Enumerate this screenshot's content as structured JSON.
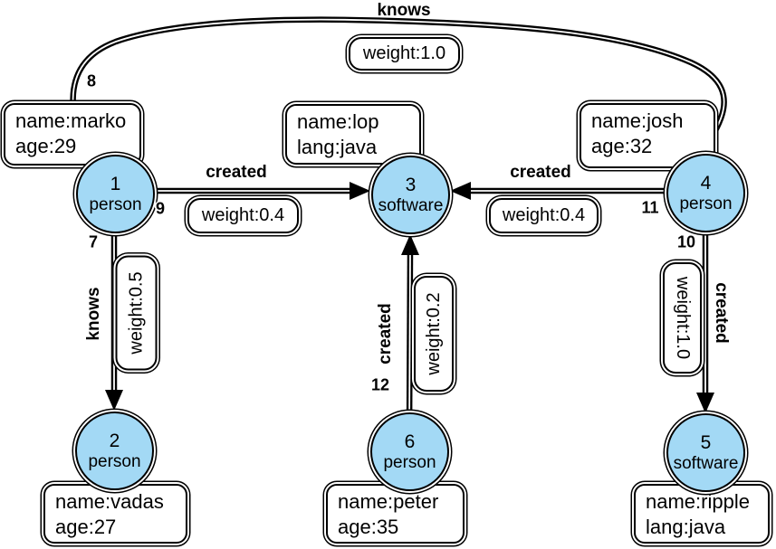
{
  "colors": {
    "vertex_fill": "#A3D9F5",
    "stroke": "#000000",
    "background": "#FFFFFF"
  },
  "vertices": [
    {
      "id": "1",
      "label": "person",
      "prop1": "name:marko",
      "prop2": "age:29"
    },
    {
      "id": "2",
      "label": "person",
      "prop1": "name:vadas",
      "prop2": "age:27"
    },
    {
      "id": "3",
      "label": "software",
      "prop1": "name:lop",
      "prop2": "lang:java"
    },
    {
      "id": "4",
      "label": "person",
      "prop1": "name:josh",
      "prop2": "age:32"
    },
    {
      "id": "5",
      "label": "software",
      "prop1": "name:ripple",
      "prop2": "lang:java"
    },
    {
      "id": "6",
      "label": "person",
      "prop1": "name:peter",
      "prop2": "age:35"
    }
  ],
  "edges": [
    {
      "id": "7",
      "label": "knows",
      "weight": "weight:0.5",
      "from": "1",
      "to": "2"
    },
    {
      "id": "8",
      "label": "knows",
      "weight": "weight:1.0",
      "from": "1",
      "to": "4"
    },
    {
      "id": "9",
      "label": "created",
      "weight": "weight:0.4",
      "from": "1",
      "to": "3"
    },
    {
      "id": "10",
      "label": "created",
      "weight": "weight:1.0",
      "from": "4",
      "to": "5"
    },
    {
      "id": "11",
      "label": "created",
      "weight": "weight:0.4",
      "from": "4",
      "to": "3"
    },
    {
      "id": "12",
      "label": "created",
      "weight": "weight:0.2",
      "from": "6",
      "to": "3"
    }
  ]
}
